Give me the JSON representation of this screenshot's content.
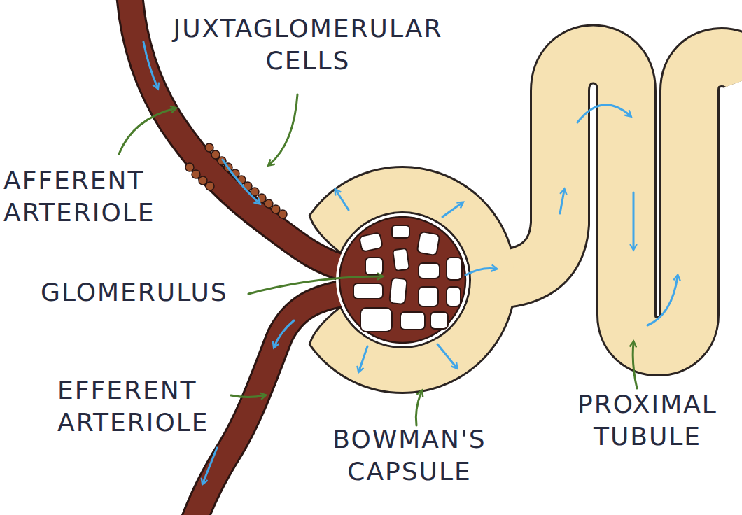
{
  "diagram": {
    "labels": [
      "JUXTAGLOMERULAR CELLS",
      "AFFERENT ARTERIOLE",
      "GLOMERULUS",
      "EFFERENT ARTERIOLE",
      "BOWMAN'S CAPSULE",
      "PROXIMAL TUBULE"
    ]
  }
}
